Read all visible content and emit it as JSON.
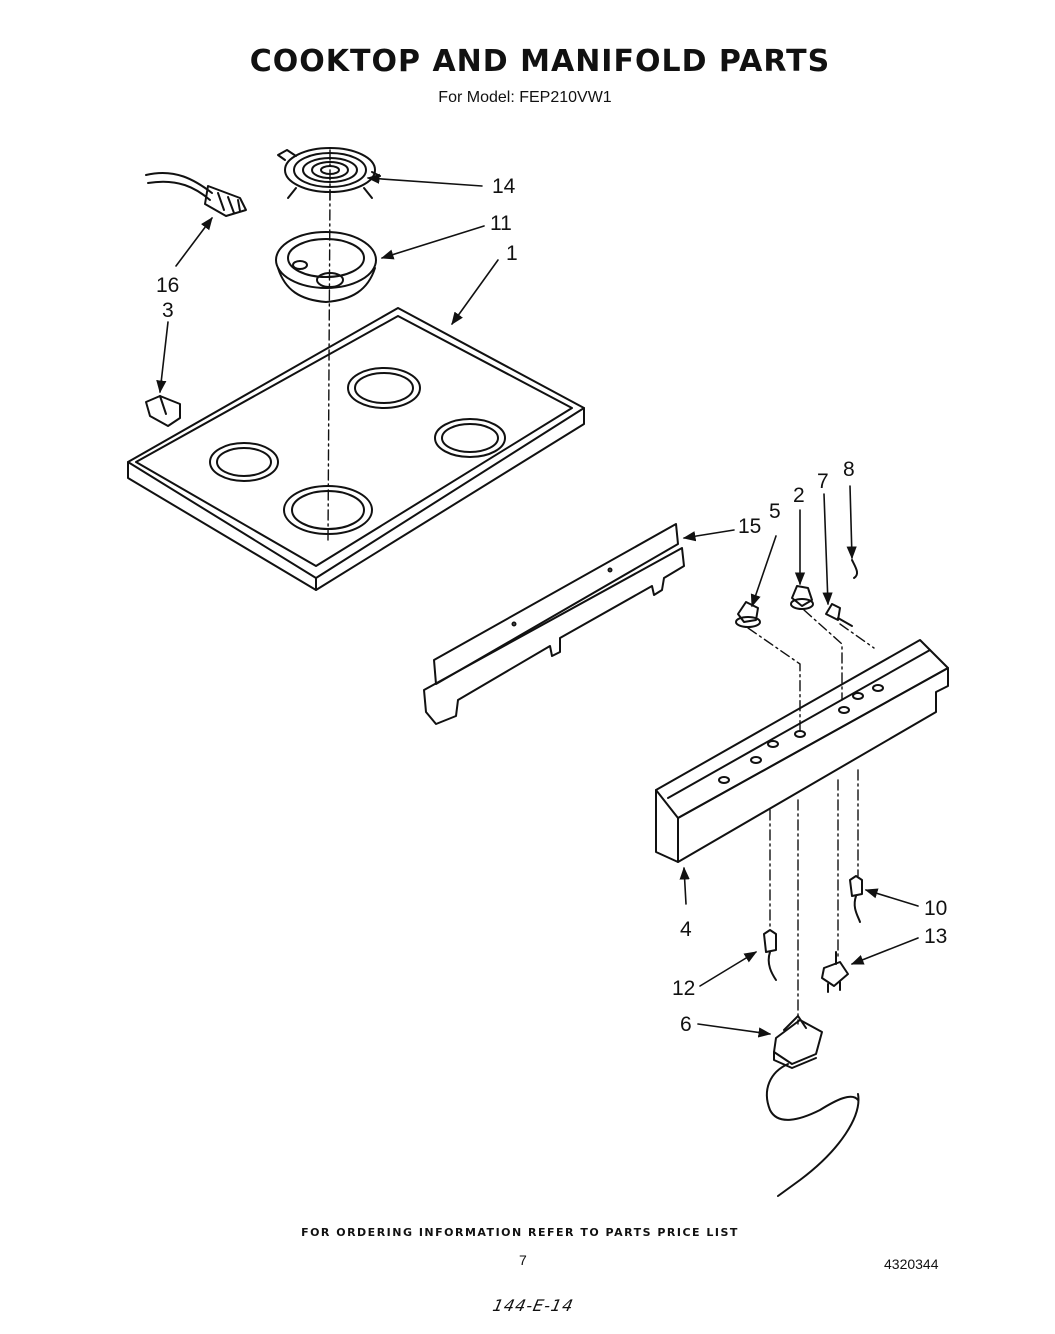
{
  "page": {
    "title": "COOKTOP AND MANIFOLD PARTS",
    "subtitle": "For Model: FEP210VW1",
    "footer_note": "FOR ORDERING INFORMATION REFER TO PARTS PRICE LIST",
    "page_number": "7",
    "document_number": "4320344",
    "handwritten_note": "144-E-14"
  },
  "callouts": {
    "c1": "1",
    "c2": "2",
    "c3": "3",
    "c4": "4",
    "c5": "5",
    "c6": "6",
    "c7": "7",
    "c8": "8",
    "c10": "10",
    "c11": "11",
    "c12": "12",
    "c13": "13",
    "c14": "14",
    "c15": "15",
    "c16": "16"
  }
}
